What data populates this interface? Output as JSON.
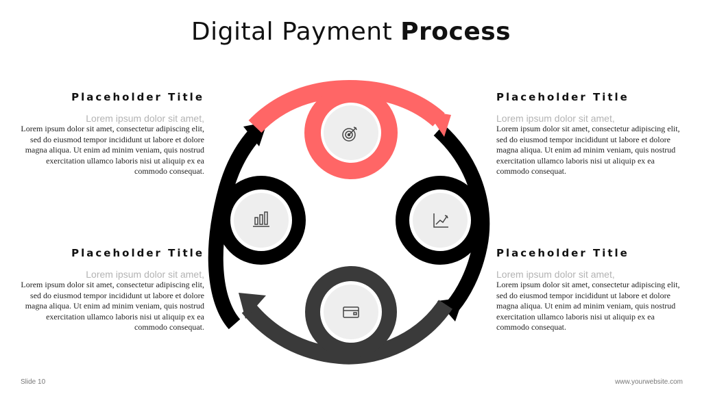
{
  "slide": {
    "title_light": "Digital Payment ",
    "title_bold": "Process",
    "footer_left": "Slide 10",
    "footer_right": "www.yourwebsite.com"
  },
  "blocks": [
    {
      "title": "Placeholder Title",
      "subtitle": "Lorem ipsum dolor sit amet,",
      "body": "Lorem ipsum dolor sit amet, consectetur adipiscing elit, sed do eiusmod tempor incididunt ut labore et dolore magna aliqua. Ut enim ad minim veniam, quis nostrud exercitation ullamco laboris nisi ut aliquip ex ea commodo consequat."
    },
    {
      "title": "Placeholder Title",
      "subtitle": "Lorem ipsum dolor sit amet,",
      "body": "Lorem ipsum dolor sit amet, consectetur adipiscing elit, sed do eiusmod tempor incididunt ut labore et dolore magna aliqua. Ut enim ad minim veniam, quis nostrud exercitation ullamco laboris nisi ut aliquip ex ea commodo consequat."
    },
    {
      "title": "Placeholder Title",
      "subtitle": "Lorem ipsum dolor sit amet,",
      "body": "Lorem ipsum dolor sit amet, consectetur adipiscing elit, sed do eiusmod tempor incididunt ut labore et dolore magna aliqua. Ut enim ad minim veniam, quis nostrud exercitation ullamco laboris nisi ut aliquip ex ea commodo consequat."
    },
    {
      "title": "Placeholder Title",
      "subtitle": "Lorem ipsum dolor sit amet,",
      "body": "Lorem ipsum dolor sit amet, consectetur adipiscing elit, sed do eiusmod tempor incididunt ut labore et dolore magna aliqua. Ut enim ad minim veniam, quis nostrud exercitation ullamco laboris nisi ut aliquip ex ea commodo consequat."
    }
  ],
  "cycle": {
    "colors": {
      "accent": "#ff6666",
      "dark": "#000000",
      "charcoal": "#3a3a3a",
      "icon_bg": "#eeeeee",
      "icon_stroke": "#444444"
    },
    "icons": [
      "target-icon",
      "bar-chart-icon",
      "line-chart-icon",
      "payment-card-icon"
    ]
  }
}
